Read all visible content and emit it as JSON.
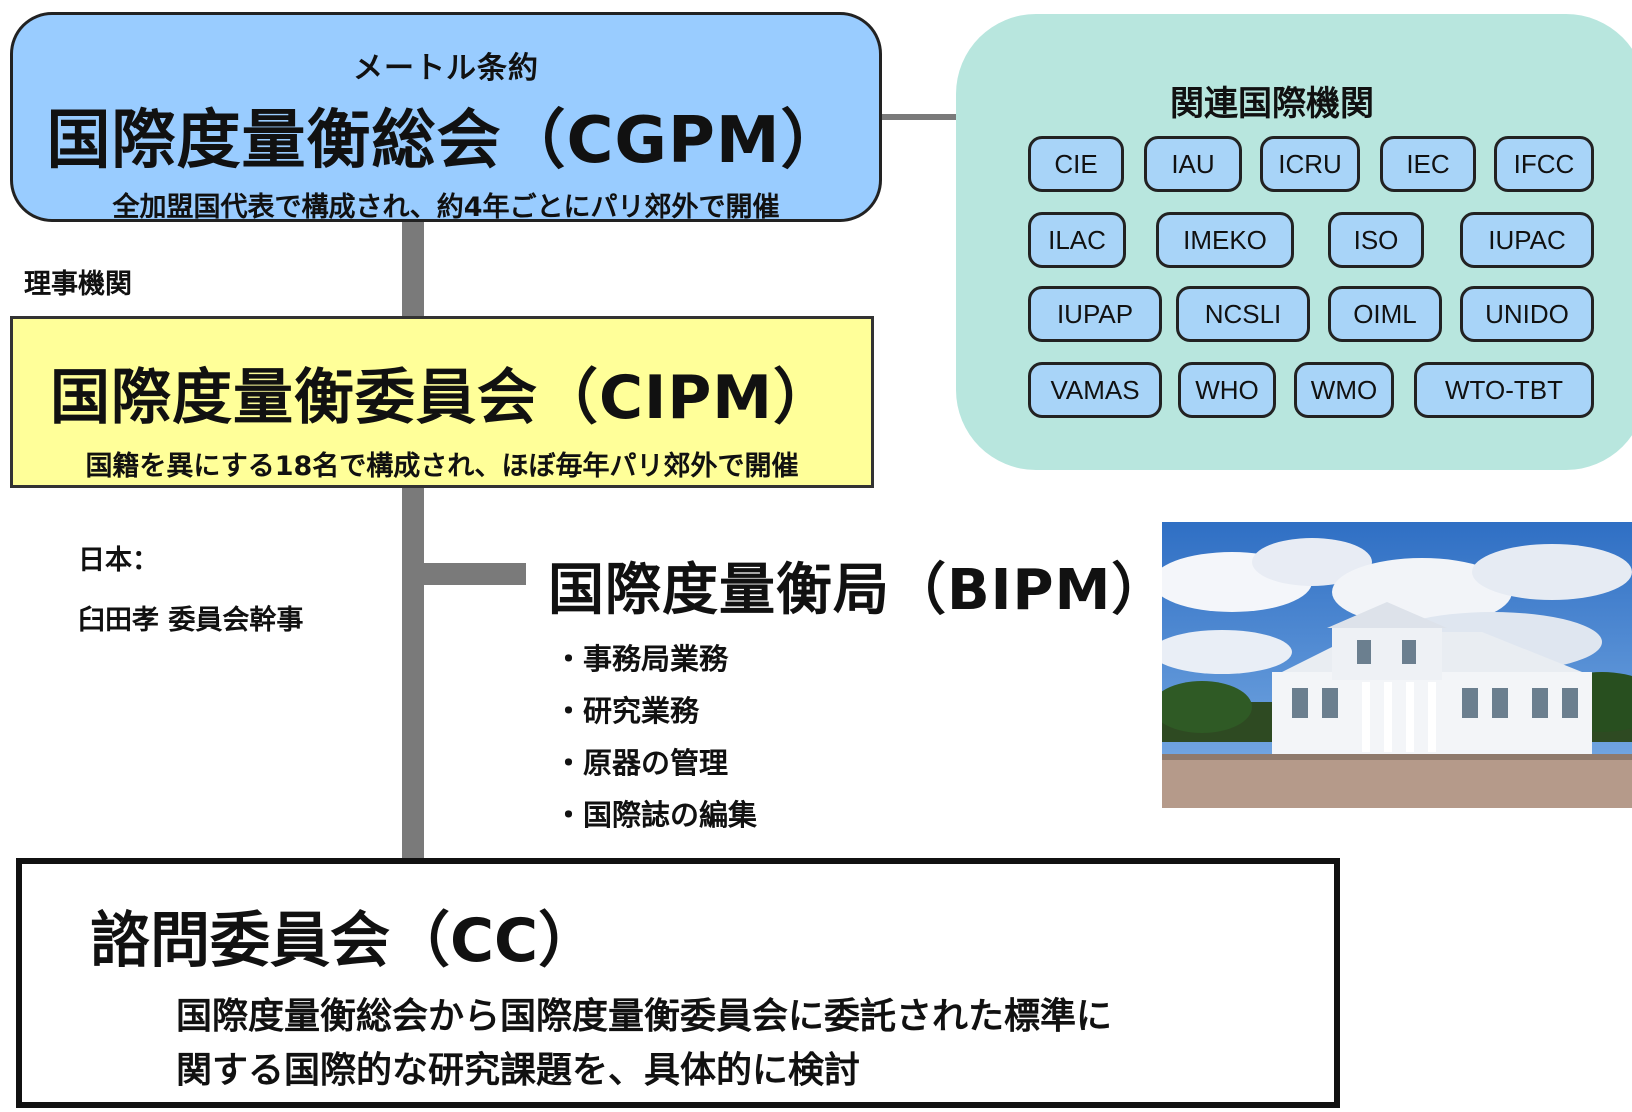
{
  "cgpm": {
    "sub": "メートル条約",
    "title": "国際度量衡総会（CGPM）",
    "desc": "全加盟国代表で構成され、約4年ごとにパリ郊外で開催"
  },
  "related": {
    "title": "関連国際機関",
    "orgs": [
      "CIE",
      "IAU",
      "ICRU",
      "IEC",
      "IFCC",
      "ILAC",
      "IMEKO",
      "ISO",
      "IUPAC",
      "IUPAP",
      "NCSLI",
      "OIML",
      "UNIDO",
      "VAMAS",
      "WHO",
      "WMO",
      "WTO-TBT"
    ]
  },
  "governing_label": "理事機関",
  "cipm": {
    "title": "国際度量衡委員会（CIPM）",
    "desc": "国籍を異にする18名で構成され、ほぼ毎年パリ郊外で開催"
  },
  "japan": {
    "label": "日本：",
    "member": "臼田孝 委員会幹事"
  },
  "bipm": {
    "title": "国際度量衡局（BIPM）",
    "items": [
      "・事務局業務",
      "・研究業務",
      "・原器の管理",
      "・国際誌の編集"
    ]
  },
  "cc": {
    "title": "諮問委員会（CC）",
    "desc_line1": "国際度量衡総会から国際度量衡委員会に委託された標準に",
    "desc_line2": "関する国際的な研究課題を、具体的に検討"
  },
  "colors": {
    "cgpm_fill": "#99ccff",
    "cipm_fill": "#ffff99",
    "related_fill": "#b8e6de",
    "org_fill": "#a8d4f8",
    "connector": "#7a7a7a"
  }
}
